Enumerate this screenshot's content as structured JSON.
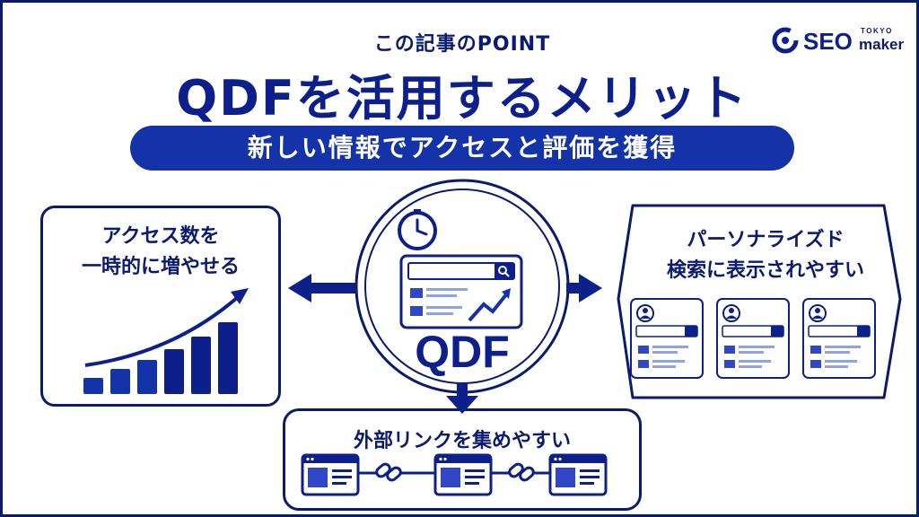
{
  "header": {
    "point_label": "この記事のPOINT",
    "main_title": "QDFを活用するメリット",
    "banner": "新しい情報でアクセスと評価を獲得"
  },
  "logo": {
    "text": "SEO",
    "tokyo": "TOKYO",
    "maker": "maker"
  },
  "center": {
    "label": "QDF",
    "icons": [
      "clock-icon",
      "search-icon",
      "trend-up-icon"
    ]
  },
  "left_panel": {
    "title_line1": "アクセス数を",
    "title_line2": "一時的に増やせる",
    "bar_levels": [
      0.18,
      0.28,
      0.38,
      0.5,
      0.64,
      0.8
    ]
  },
  "right_panel": {
    "title_line1": "パーソナライズド",
    "title_line2": "検索に表示されやすい",
    "card_count": 3
  },
  "bottom_panel": {
    "title": "外部リンクを集めやすい"
  },
  "colors": {
    "navy": "#0a1a6e",
    "blue": "#1433a8",
    "accent": "#2f47c8",
    "light": "#8fa2e8"
  }
}
